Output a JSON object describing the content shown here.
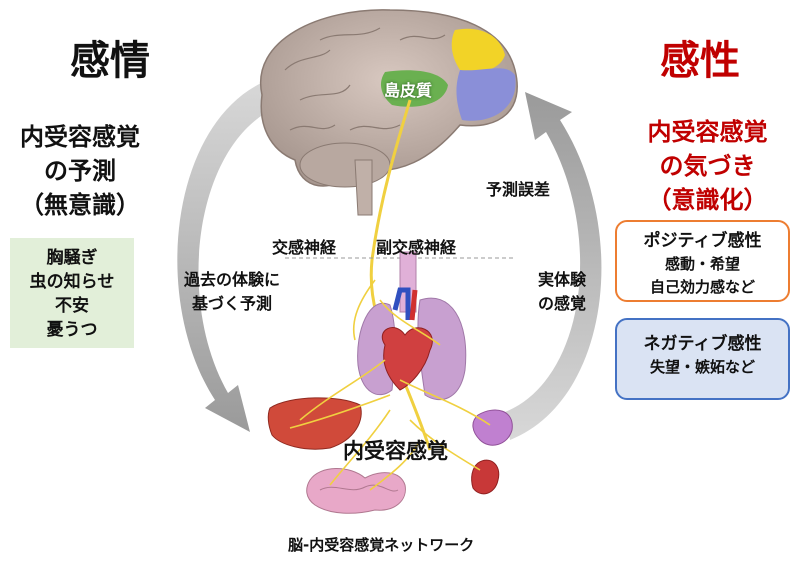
{
  "left": {
    "title": "感情",
    "heading_lines": [
      "内受容感覚",
      "の予測",
      "（無意識）"
    ],
    "examples": [
      "胸騒ぎ",
      "虫の知らせ",
      "不安",
      "憂うつ"
    ]
  },
  "right": {
    "title": "感性",
    "heading_lines": [
      "内受容感覚",
      "の気づき",
      "（意識化）"
    ],
    "positive_box": {
      "title": "ポジティブ感性",
      "lines": [
        "感動・希望",
        "自己効力感など"
      ]
    },
    "negative_box": {
      "title": "ネガティブ感性",
      "lines": [
        "失望・嫉妬など"
      ]
    }
  },
  "center": {
    "insula_label": "島皮質",
    "sympathetic_label": "交感神経",
    "parasympathetic_label": "副交感神経",
    "prediction_label_lines": [
      "過去の体験に",
      "基づく予測"
    ],
    "prediction_error_label": "予測誤差",
    "actual_sense_label_lines": [
      "実体験",
      "の感覚"
    ],
    "interoception_label": "内受容感覚",
    "caption": "脳-内受容感覚ネットワーク"
  },
  "colors": {
    "left_title": "#111111",
    "right_title": "#c00000",
    "green_box": "#e2efd9",
    "positive_border": "#ed7d31",
    "negative_border": "#4472c4",
    "negative_fill": "#dae3f3",
    "arrow": "#b0b0b0",
    "nerve": "#f0d040"
  }
}
